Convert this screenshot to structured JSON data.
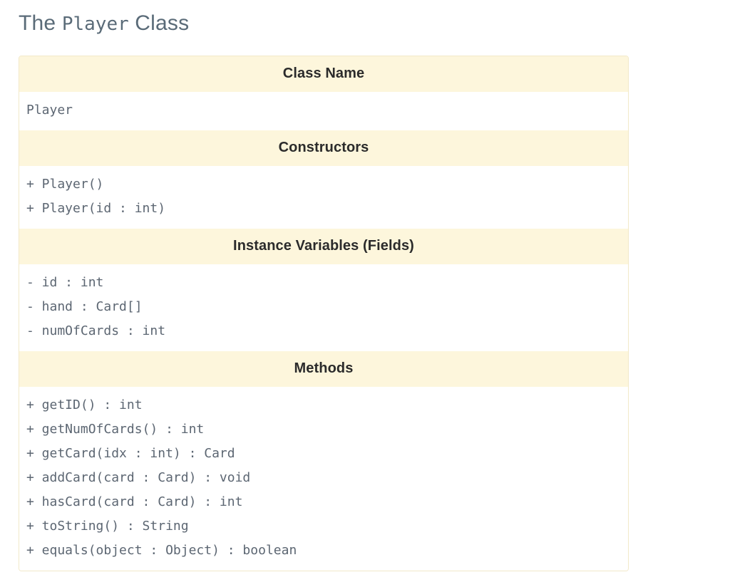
{
  "page": {
    "title_prefix": "The ",
    "title_code": "Player",
    "title_suffix": " Class"
  },
  "colors": {
    "heading_text": "#5a6b78",
    "section_header_bg": "#fdf6dc",
    "section_header_text": "#2b2b2b",
    "body_text": "#5c6672",
    "table_border": "#f2e9c9",
    "body_bg": "#ffffff"
  },
  "uml_table": {
    "sections": [
      {
        "header": "Class Name",
        "lines": [
          "Player"
        ]
      },
      {
        "header": "Constructors",
        "lines": [
          "+ Player()",
          "+ Player(id : int)"
        ]
      },
      {
        "header": "Instance Variables (Fields)",
        "lines": [
          "- id : int",
          "- hand : Card[]",
          "- numOfCards : int"
        ]
      },
      {
        "header": "Methods",
        "lines": [
          "+ getID() : int",
          "+ getNumOfCards() : int",
          "+ getCard(idx : int) : Card",
          "+ addCard(card : Card) : void",
          "+ hasCard(card : Card) : int",
          "+ toString() : String",
          "+ equals(object : Object) : boolean"
        ]
      }
    ]
  }
}
